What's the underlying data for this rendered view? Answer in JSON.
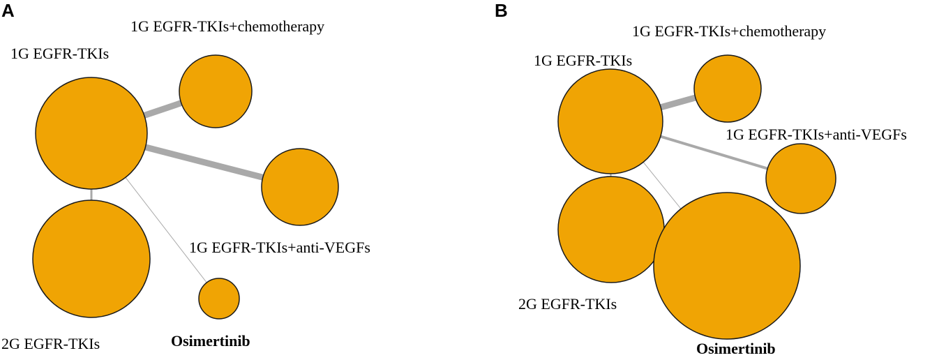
{
  "node_color": "#f0a404",
  "edge_color": "#a9a9a9",
  "outline_color": "#1a1a1a",
  "panels": [
    {
      "letter": "A",
      "nodes": [
        {
          "id": "1g",
          "label": "1G EGFR-TKIs"
        },
        {
          "id": "chemo",
          "label": "1G EGFR-TKIs+chemotherapy"
        },
        {
          "id": "vegf",
          "label": "1G EGFR-TKIs+anti-VEGFs"
        },
        {
          "id": "2g",
          "label": "2G EGFR-TKIs"
        },
        {
          "id": "osi",
          "label": "Osimertinib"
        }
      ],
      "edges": [
        {
          "from": "1g",
          "to": "chemo"
        },
        {
          "from": "1g",
          "to": "vegf"
        },
        {
          "from": "1g",
          "to": "2g"
        },
        {
          "from": "1g",
          "to": "osi"
        }
      ]
    },
    {
      "letter": "B",
      "nodes": [
        {
          "id": "1g",
          "label": "1G EGFR-TKIs"
        },
        {
          "id": "chemo",
          "label": "1G EGFR-TKIs+chemotherapy"
        },
        {
          "id": "vegf",
          "label": "1G EGFR-TKIs+anti-VEGFs"
        },
        {
          "id": "2g",
          "label": "2G EGFR-TKIs"
        },
        {
          "id": "osi",
          "label": "Osimertinib"
        }
      ],
      "edges": [
        {
          "from": "1g",
          "to": "chemo"
        },
        {
          "from": "1g",
          "to": "vegf"
        },
        {
          "from": "1g",
          "to": "2g"
        },
        {
          "from": "1g",
          "to": "osi"
        }
      ]
    }
  ]
}
